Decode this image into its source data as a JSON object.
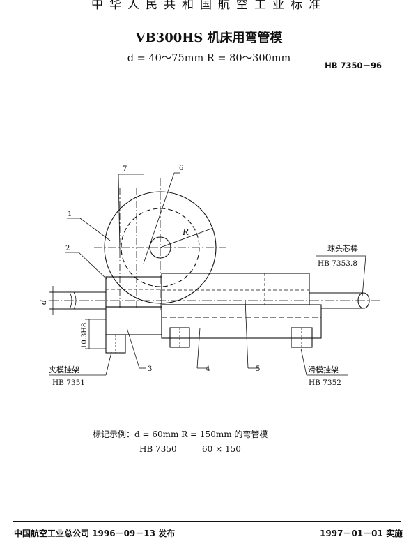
{
  "header": {
    "org_title": "中华人民共和国航空工业标准",
    "doc_title": "VB300HS 机床用弯管模",
    "subtitle": "d = 40～75mm    R = 80～300mm",
    "std_code": "HB 7350－96"
  },
  "drawing": {
    "callouts": [
      "1",
      "2",
      "3",
      "4",
      "5",
      "6",
      "7"
    ],
    "radius_label": "R",
    "diameter_label": "d",
    "fit_dim": "10.3H8",
    "mandrel_label": "球头芯棒",
    "mandrel_std": "HB 7353.8",
    "clamp_hanger_label": "夹模挂架",
    "clamp_hanger_std": "HB 7351",
    "slide_hanger_label": "滑模挂架",
    "slide_hanger_std": "HB 7352"
  },
  "caption": {
    "example_line": "标记示例：d = 60mm   R = 150mm 的弯管模",
    "example_code": "HB 7350",
    "example_size": "60 × 150"
  },
  "footer": {
    "issued": "中国航空工业总公司 1996－09－13 发布",
    "effective": "1997－01－01 实施"
  }
}
